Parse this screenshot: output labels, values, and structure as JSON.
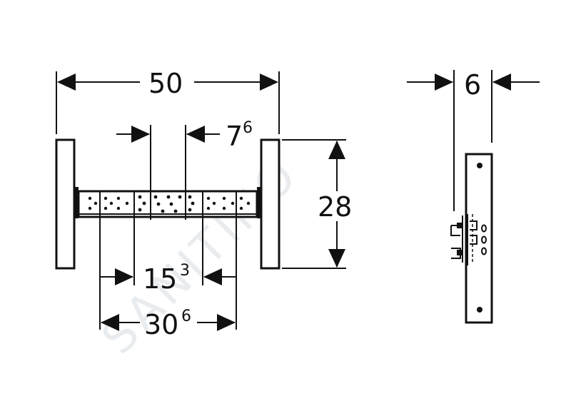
{
  "watermark": "SANITINO",
  "dimensions": {
    "total_width": {
      "main": "50",
      "sup": ""
    },
    "inner_gap": {
      "main": "7",
      "sup": "6"
    },
    "height": {
      "main": "28",
      "sup": ""
    },
    "mid_span": {
      "main": "15",
      "sup": "3"
    },
    "outer_span": {
      "main": "30",
      "sup": "6"
    },
    "depth": {
      "main": "6",
      "sup": ""
    }
  }
}
